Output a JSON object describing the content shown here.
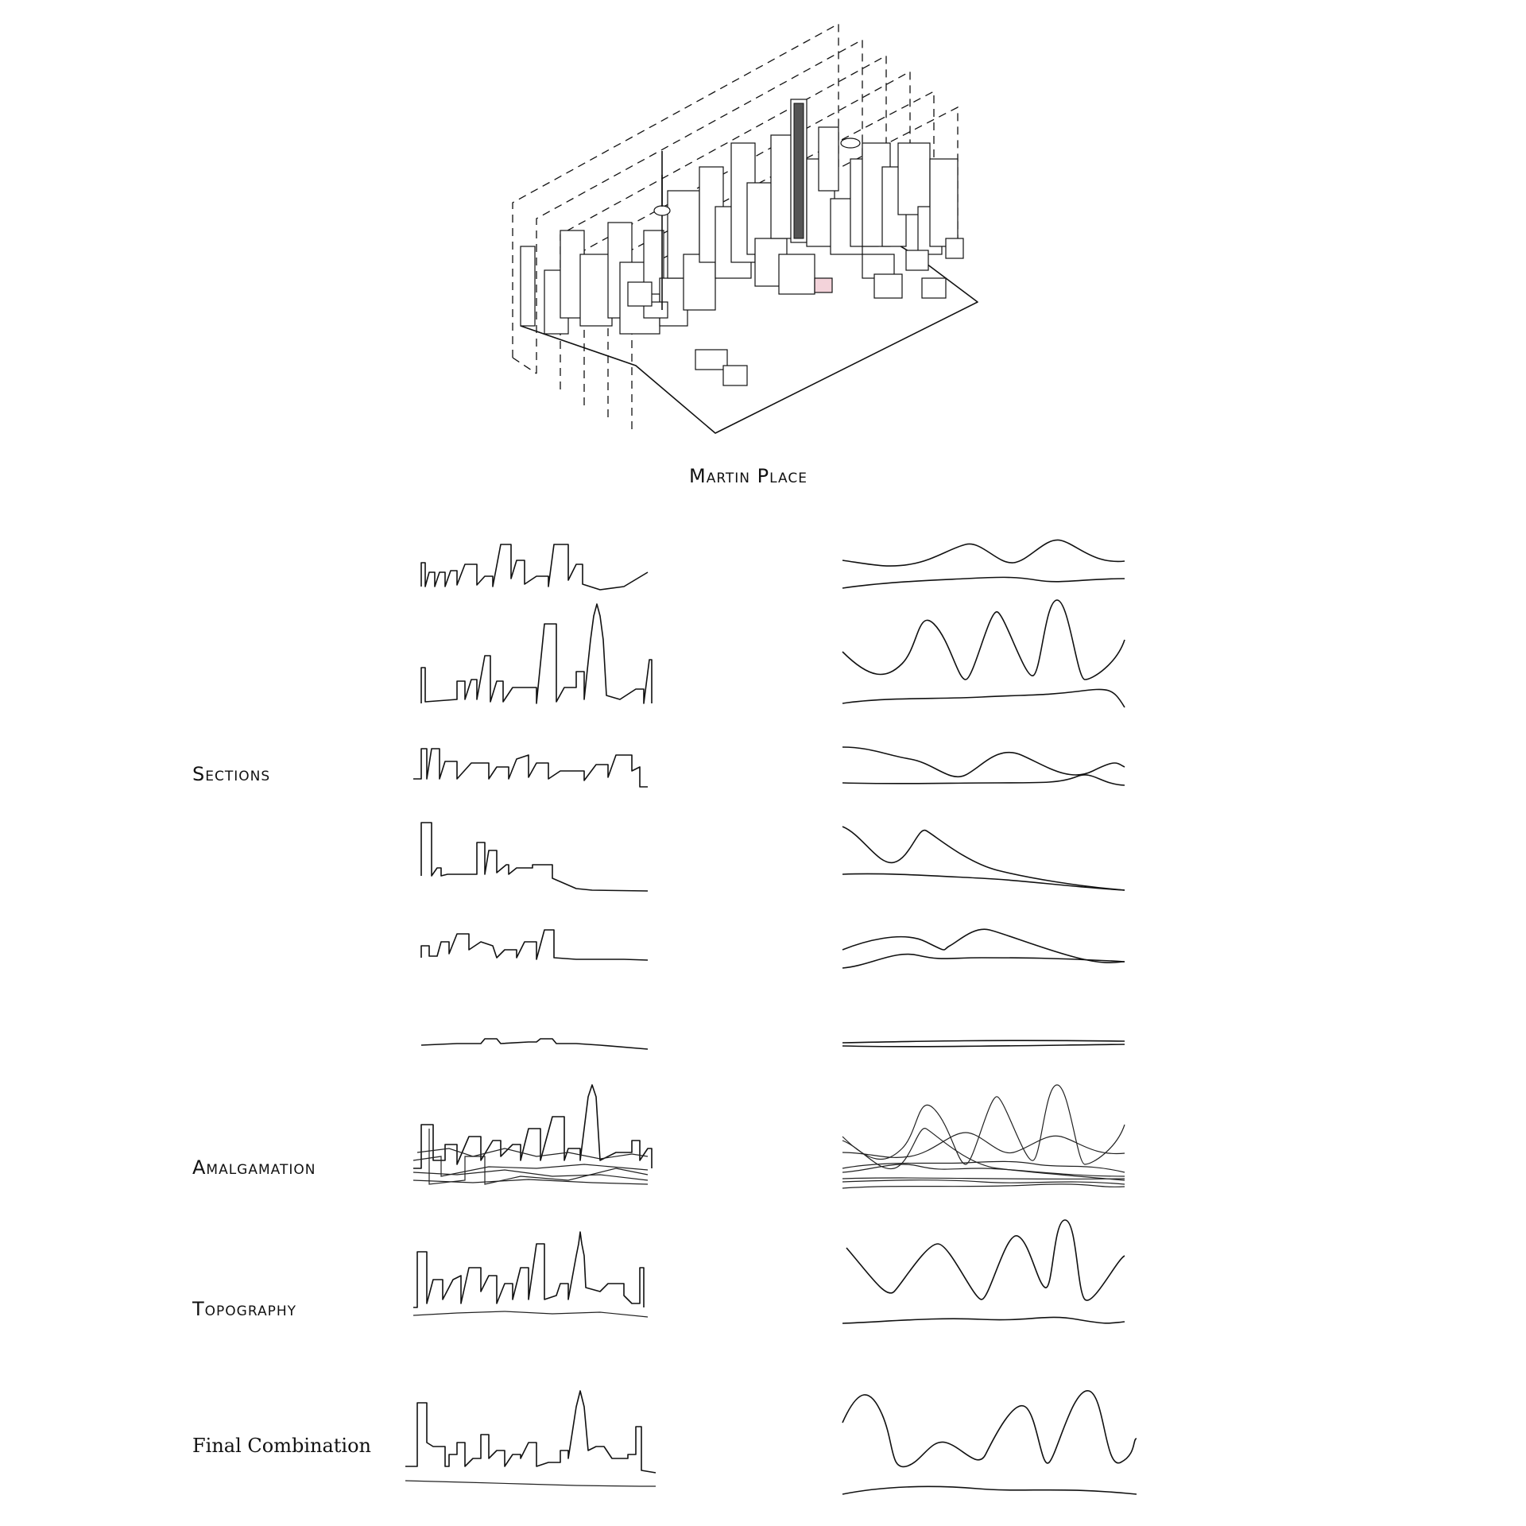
{
  "title": "Martin Place",
  "labels": {
    "sections": "Sections",
    "amalgamation": "Amalgamation",
    "topography": "Topography",
    "final_combination": "Final Combination"
  },
  "colors": {
    "ink": "#111111",
    "background": "#ffffff",
    "highlight": "#e8a0b0"
  }
}
